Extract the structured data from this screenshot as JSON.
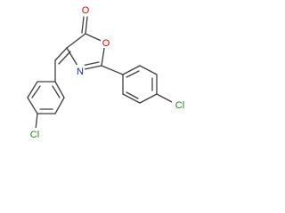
{
  "molecule": {
    "atom_labels": {
      "carbonyl_oxygen": "O",
      "ring_oxygen": "O",
      "ring_nitrogen": "N",
      "chlorine_left": "Cl",
      "chlorine_right": "Cl"
    },
    "colors": {
      "bond": "#404040",
      "oxygen": "#e00000",
      "nitrogen": "#2222cc",
      "chlorine": "#1a8a1a"
    }
  }
}
